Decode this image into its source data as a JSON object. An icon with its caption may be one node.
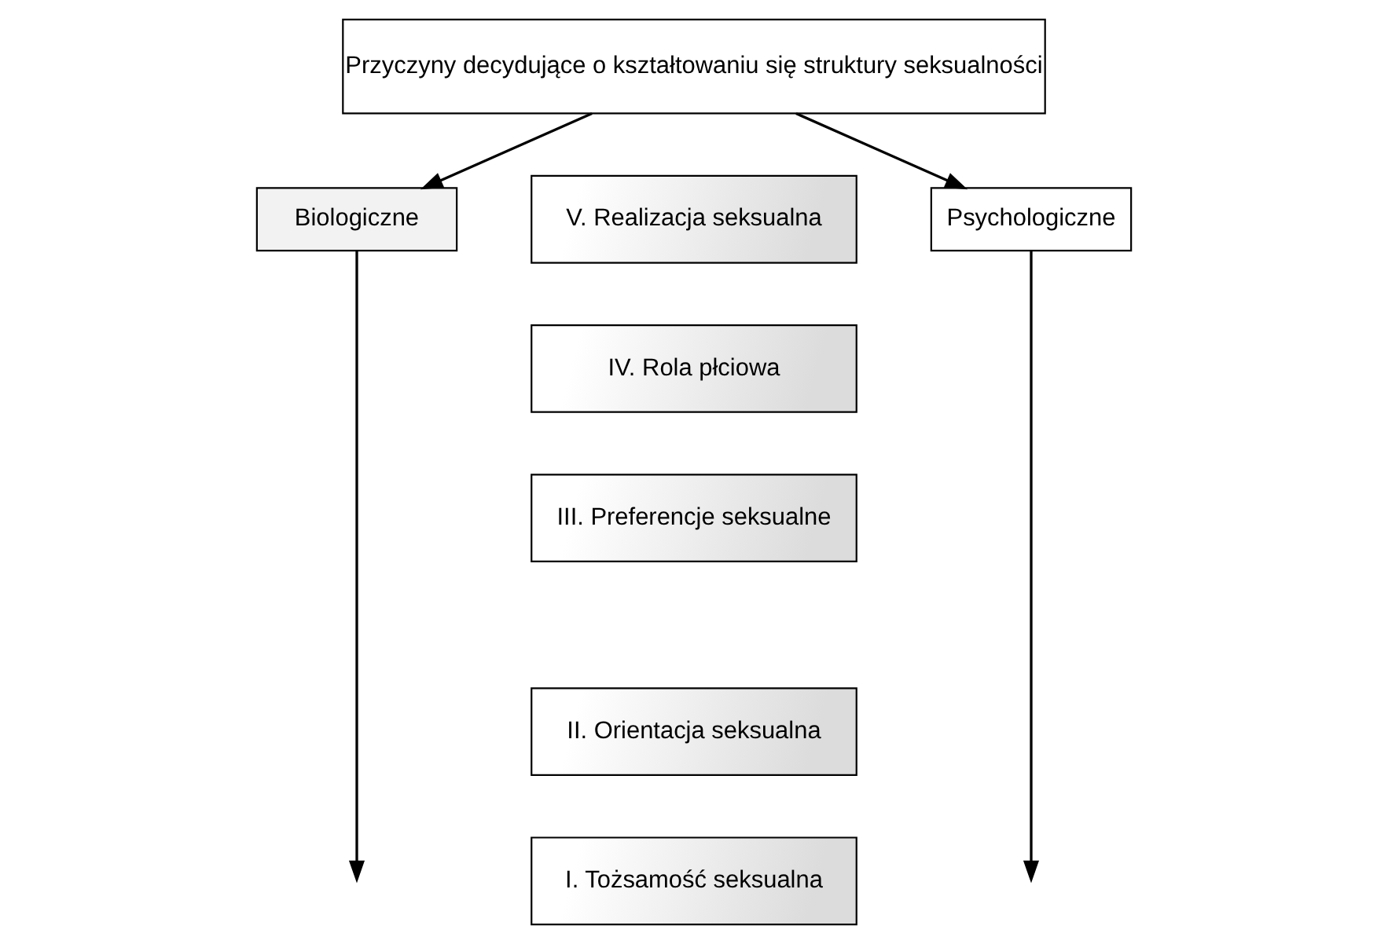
{
  "diagram": {
    "nodes": [
      {
        "text": [
          "Przyczyny decydujące o kształtowaniu się struktury seksualności"
        ]
      },
      {
        "text": [
          "Biologiczne"
        ]
      },
      {
        "text": [
          "Psychologiczne"
        ]
      },
      {
        "text": [
          "V. Realizacja seksualna"
        ]
      },
      {
        "text": [
          "IV. Rola płciowa"
        ]
      },
      {
        "text": [
          "III. Preferencje seksualne"
        ]
      },
      {
        "text": [
          "II. Orientacja seksualna"
        ]
      },
      {
        "text": [
          "I. Tożsamość seksualna"
        ]
      }
    ],
    "edges": [
      {
        "from": 0,
        "to": 1,
        "arrow": "to"
      },
      {
        "from": 0,
        "to": 2,
        "arrow": "to"
      },
      {
        "from": 1,
        "to": null,
        "arrow": "to"
      },
      {
        "from": 2,
        "to": null,
        "arrow": "to"
      }
    ]
  }
}
